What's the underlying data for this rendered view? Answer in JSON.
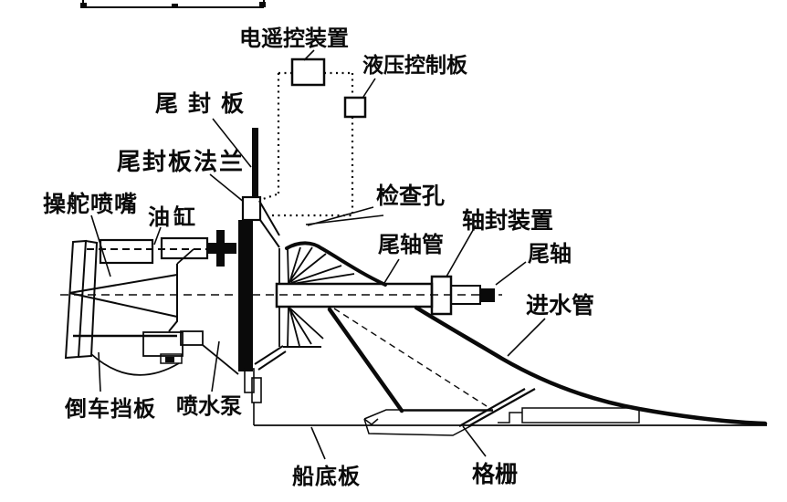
{
  "figure": {
    "type": "technical-line-diagram",
    "subject": "marine water-jet propulsion unit cutaway (scanned textbook figure)",
    "background_color": "#ffffff",
    "ink_color": "#0a0a0a",
    "labels": {
      "remote_control": "电遥控装置",
      "hydraulic_panel": "液压控制板",
      "tail_seal_plate": "尾封板",
      "tail_seal_flange": "尾封板法兰",
      "steering_nozzle": "操舵喷嘴",
      "oil_cylinder": "油缸",
      "inspection_hole": "检查孔",
      "stern_tube": "尾轴管",
      "shaft_seal": "轴封装置",
      "tail_shaft": "尾轴",
      "inlet_pipe": "进水管",
      "reverse_baffle": "倒车挡板",
      "jet_pump": "喷水泵",
      "bottom_plate": "船底板",
      "grille": "格栅"
    }
  }
}
